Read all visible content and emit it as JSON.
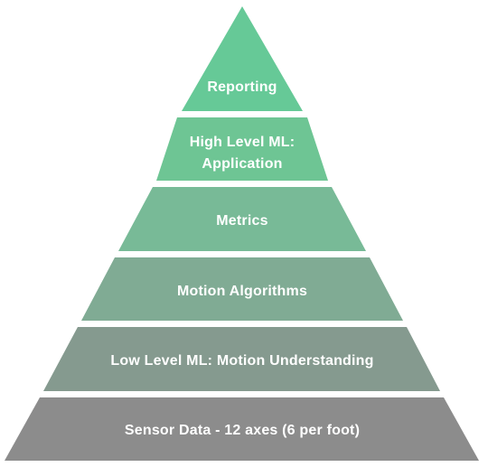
{
  "pyramid": {
    "tiers": [
      {
        "id": "reporting",
        "lines": [
          "Reporting"
        ],
        "color": "#66c997"
      },
      {
        "id": "high-level-ml",
        "lines": [
          "High Level ML:",
          "Application"
        ],
        "color": "#6ec594"
      },
      {
        "id": "metrics",
        "lines": [
          "Metrics"
        ],
        "color": "#78ba97"
      },
      {
        "id": "motion-algorithms",
        "lines": [
          "Motion Algorithms"
        ],
        "color": "#80ab94"
      },
      {
        "id": "low-level-ml",
        "lines": [
          "Low Level ML: Motion Understanding"
        ],
        "color": "#859a8f"
      },
      {
        "id": "sensor-data",
        "lines": [
          "Sensor Data - 12 axes (6 per foot)"
        ],
        "color": "#8c8c8c"
      }
    ]
  }
}
